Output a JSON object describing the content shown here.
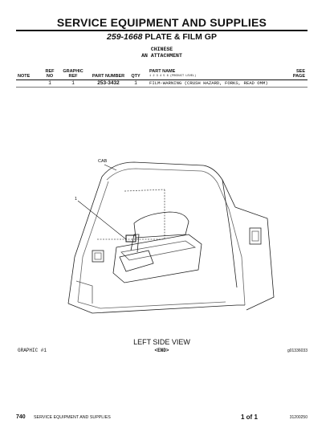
{
  "header": {
    "title": "SERVICE EQUIPMENT AND SUPPLIES",
    "group_number": "259-1668",
    "group_name": "PLATE & FILM GP",
    "language": "CHINESE",
    "attachment": "AN ATTACHMENT"
  },
  "table": {
    "columns": {
      "note": "NOTE",
      "ref_no": [
        "REF",
        "NO"
      ],
      "graphic_ref": [
        "GRAPHIC",
        "REF"
      ],
      "part_number": "PART NUMBER",
      "qty": "QTY",
      "part_name": "PART NAME",
      "product_level": "1 2 3 4 5 6 (PRODUCT LEVEL)",
      "see_page": [
        "SEE",
        "PAGE"
      ]
    },
    "rows": [
      {
        "note": "",
        "ref_no": "1",
        "graphic_ref": "1",
        "part_number": "253-3432",
        "qty": "1",
        "part_name": "FILM-WARNING (CRUSH HAZARD, FORKS, READ OMM)",
        "see_page": ""
      }
    ]
  },
  "illustration": {
    "cab_label": "CAB",
    "callout_1": "1",
    "caption": "LEFT SIDE VIEW"
  },
  "graphic_label": "GRAPHIC #1",
  "end_marker": "<END>",
  "graphic_id": "g01336033",
  "footer": {
    "page_number": "740",
    "section": "SERVICE EQUIPMENT AND SUPPLIES",
    "page_of": "1 of 1",
    "doc_code": "31200250"
  }
}
